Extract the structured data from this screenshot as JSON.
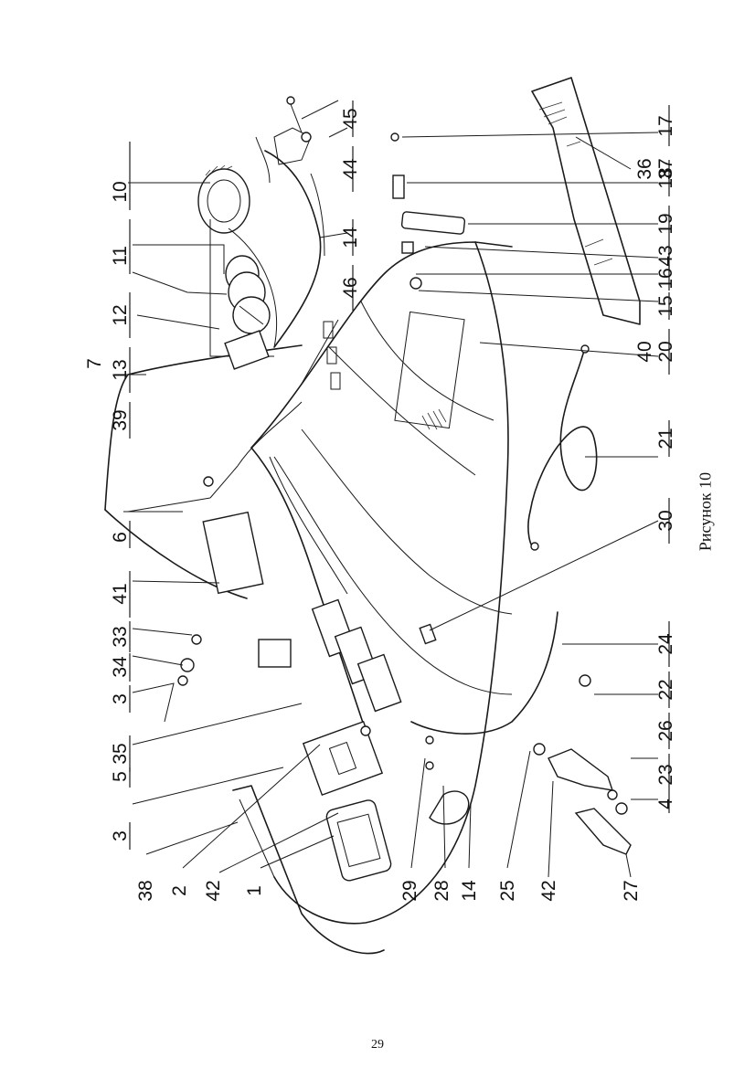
{
  "figure": {
    "caption": "Рисунок 10",
    "page_number": "29"
  },
  "callouts": {
    "c1": "1",
    "c2": "2",
    "c3a": "3",
    "c3b": "3",
    "c4": "4",
    "c5": "5",
    "c6": "6",
    "c7": "7",
    "c10": "10",
    "c11": "11",
    "c12": "12",
    "c13": "13",
    "c14a": "14",
    "c14b": "14",
    "c15": "15",
    "c16": "16",
    "c17": "17",
    "c18": "18",
    "c19": "19",
    "c20": "20",
    "c21": "21",
    "c22": "22",
    "c23": "23",
    "c24": "24",
    "c25": "25",
    "c26": "26",
    "c27": "27",
    "c28": "28",
    "c29": "29",
    "c30": "30",
    "c33": "33",
    "c34": "34",
    "c35": "35",
    "c36": "36",
    "c37": "37",
    "c38": "38",
    "c39": "39",
    "c40": "40",
    "c41": "41",
    "c42a": "42",
    "c42b": "42",
    "c43": "43",
    "c44": "44",
    "c45": "45",
    "c46": "46"
  }
}
